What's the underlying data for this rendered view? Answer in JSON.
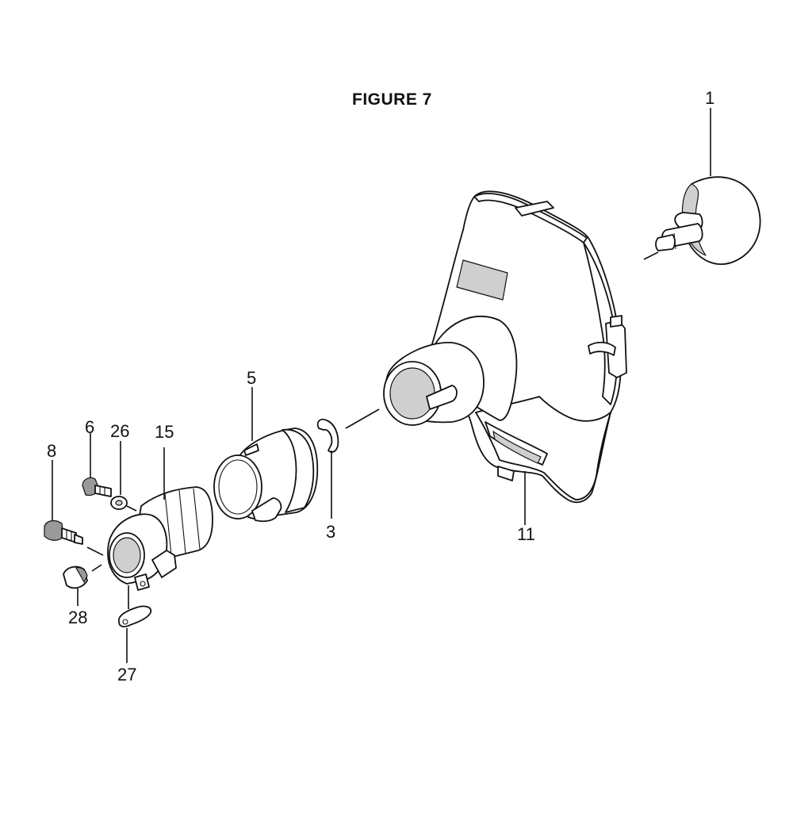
{
  "figure": {
    "title": "FIGURE  7"
  },
  "callouts": {
    "c1": "1",
    "c11": "11",
    "c3": "3",
    "c5": "5",
    "c15": "15",
    "c26": "26",
    "c6": "6",
    "c8": "8",
    "c28": "28",
    "c27": "27"
  }
}
